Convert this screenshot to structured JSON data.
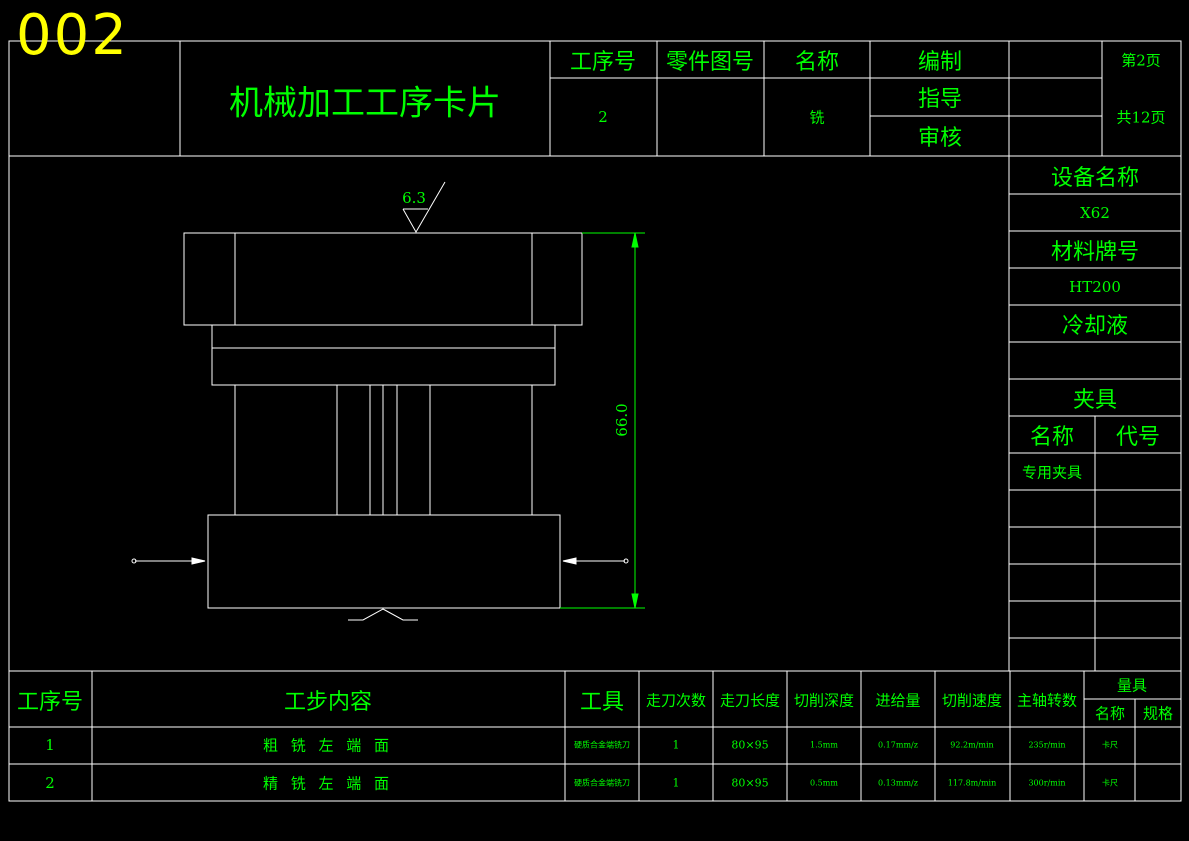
{
  "sheet_number": "002",
  "card_title": "机械加工工序卡片",
  "header": {
    "op_no_label": "工序号",
    "part_drawing_label": "零件图号",
    "name_label": "名称",
    "compile_label": "编制",
    "guide_label": "指导",
    "review_label": "审核",
    "op_no_value": "2",
    "name_value": "铣",
    "page_current": "第2页",
    "page_total": "共12页"
  },
  "side_panel": {
    "equipment_label": "设备名称",
    "equipment_value": "X62",
    "material_label": "材料牌号",
    "material_value": "HT200",
    "coolant_label": "冷却液",
    "fixture_label": "夹具",
    "fixture_name_label": "名称",
    "fixture_code_label": "代号",
    "fixture_name_value": "专用夹具"
  },
  "drawing": {
    "roughness": "6.3",
    "dimension": "66.0"
  },
  "steps_table": {
    "headers": {
      "op_no": "工序号",
      "content": "工步内容",
      "tool": "工具",
      "passes": "走刀次数",
      "length": "走刀长度",
      "depth": "切削深度",
      "feed": "进给量",
      "speed": "切削速度",
      "spindle": "主轴转数",
      "gauge": "量具",
      "gauge_name": "名称",
      "gauge_spec": "规格"
    },
    "rows": [
      {
        "no": "1",
        "content": "粗 铣 左 端 面",
        "tool": "硬质合金端铣刀",
        "passes": "1",
        "length": "80×95",
        "depth": "1.5mm",
        "feed": "0.17mm/z",
        "speed": "92.2m/min",
        "spindle": "235r/min",
        "gauge": "卡尺"
      },
      {
        "no": "2",
        "content": "精 铣 左 端 面",
        "tool": "硬质合金端铣刀",
        "passes": "1",
        "length": "80×95",
        "depth": "0.5mm",
        "feed": "0.13mm/z",
        "speed": "117.8m/min",
        "spindle": "300r/min",
        "gauge": "卡尺"
      }
    ]
  }
}
